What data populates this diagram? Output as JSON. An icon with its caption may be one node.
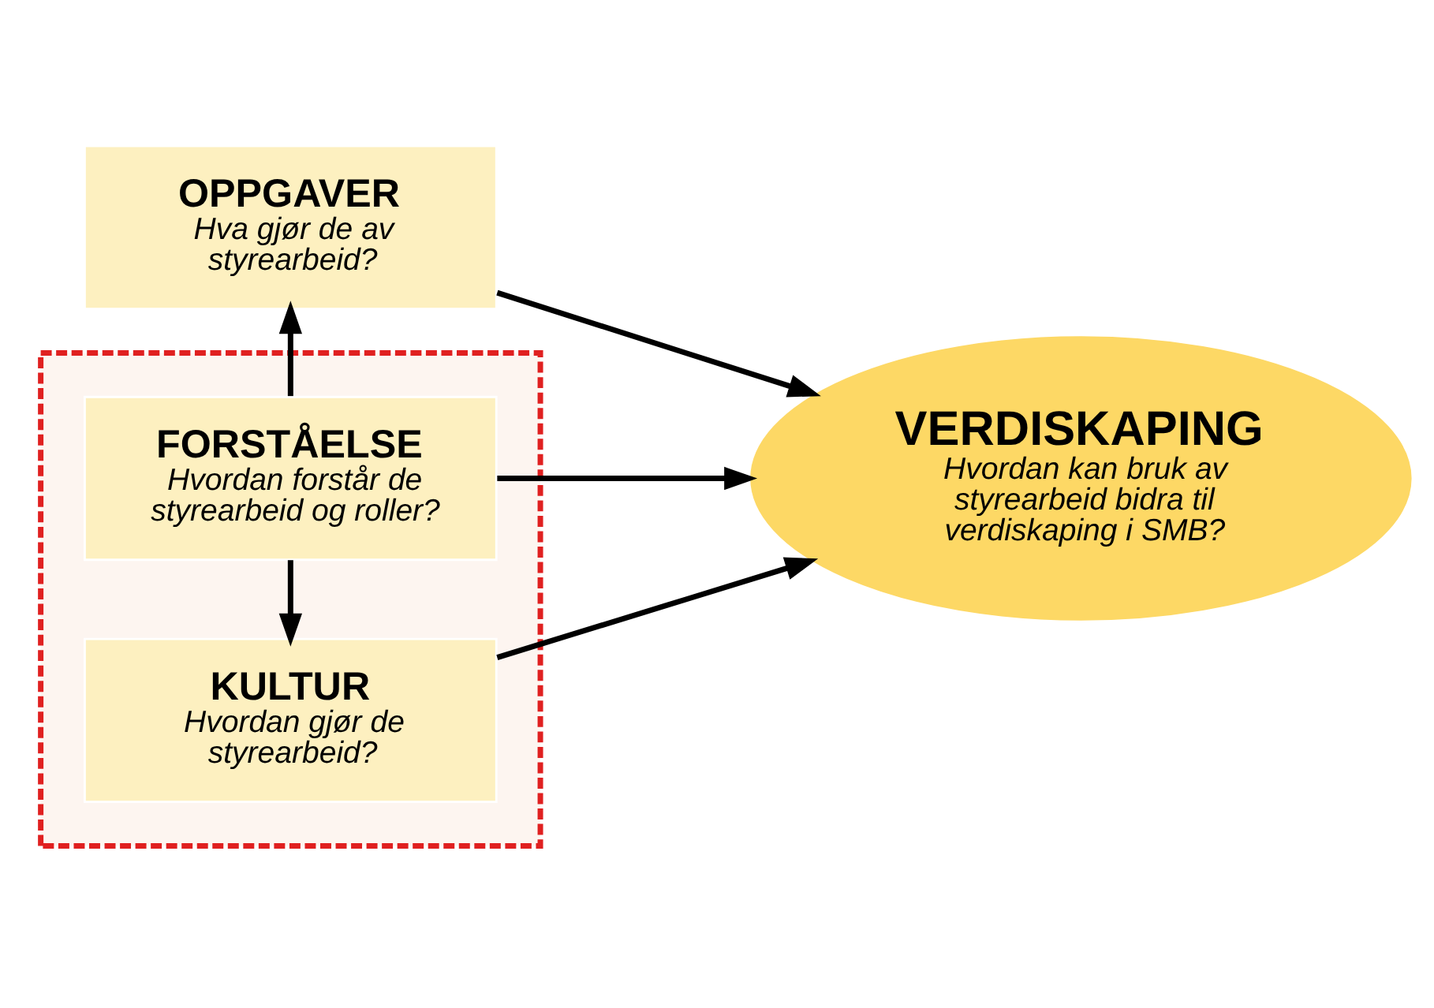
{
  "diagram": {
    "nodes": [
      {
        "text": [
          "OPPGAVER",
          "Hva gjør de av styrearbeid?"
        ]
      },
      {
        "text": [],
        "shape": "box"
      },
      {
        "text": [
          "FORSTÅELSE",
          "Hvordan forstår de styrearbeid og roller?"
        ],
        "in": 1
      },
      {
        "text": [
          "KULTUR",
          "Hvordan gjør de styrearbeid?"
        ],
        "in": 1
      },
      {
        "text": [
          "VERDISKAPING",
          "Hvordan kan bruk av styrearbeid bidra til verdiskaping i SMB?"
        ]
      }
    ],
    "edges": [
      {
        "from": 2,
        "to": 0,
        "arrow": "to"
      },
      {
        "from": 2,
        "to": 3,
        "arrow": "to"
      },
      {
        "from": 0,
        "to": 4,
        "arrow": "to"
      },
      {
        "from": 2,
        "to": 4,
        "arrow": "to"
      },
      {
        "from": 3,
        "to": 4,
        "arrow": "to"
      }
    ]
  }
}
